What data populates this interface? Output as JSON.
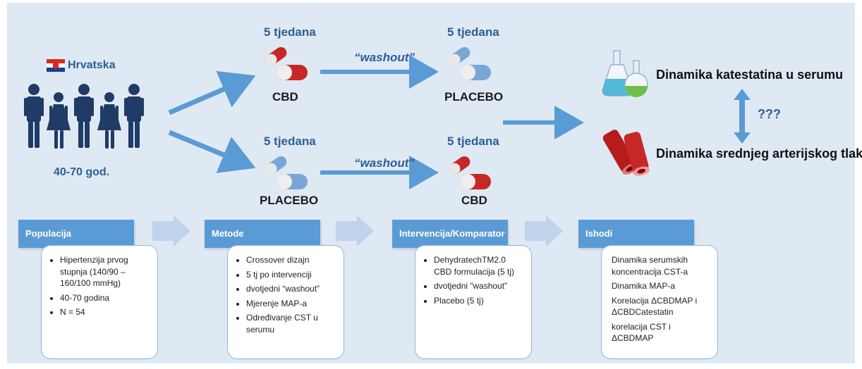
{
  "country": "Hrvatska",
  "age_range": "40-70 god.",
  "arms": {
    "top": {
      "period1_weeks": "5 tjedana",
      "period1_drug": "CBD",
      "washout": "“washout”",
      "period2_weeks": "5 tjedana",
      "period2_drug": "PLACEBO"
    },
    "bottom": {
      "period1_weeks": "5 tjedana",
      "period1_drug": "PLACEBO",
      "washout": "“washout”",
      "period2_weeks": "5 tjedana",
      "period2_drug": "CBD"
    }
  },
  "outcomes": {
    "catestatin": "Dinamika katestatina u serumu",
    "map": "Dinamika srednjeg arterijskog tlaka",
    "question": "???"
  },
  "boxes": {
    "populacija": {
      "title": "Populacija",
      "items": [
        "Hipertenzija prvog stupnja (140/90 – 160/100 mmHg)",
        "40-70 godina",
        "N = 54"
      ]
    },
    "metode": {
      "title": "Metode",
      "items": [
        "Crossover dizajn",
        "5 tj po intervenciji",
        "dvotjedni “washout”",
        "Mjerenje MAP-a",
        "Određivanje CST u serumu"
      ]
    },
    "intervencija": {
      "title": "Intervencija/Komparator",
      "items": [
        "DehydratechTM2.0 CBD formulacija (5 tj)",
        "dvotjedni “washout”",
        "Placebo (5 tj)"
      ]
    },
    "ishodi": {
      "title": "Ishodi",
      "items": [
        "Dinamika serumskih koncentracija CST-a",
        "Dinamika MAP-a",
        "Korelacija ΔCBDMAP i ΔCBDCatestatin",
        "korelacija CST i ΔCBDMAP"
      ]
    }
  },
  "colors": {
    "arrow": "#5b9bd5",
    "header": "#5b9bd5",
    "title_text": "#2c5f95",
    "people": "#1f3b66",
    "vessel": "#c0392b",
    "background": "#dfe9f4"
  }
}
